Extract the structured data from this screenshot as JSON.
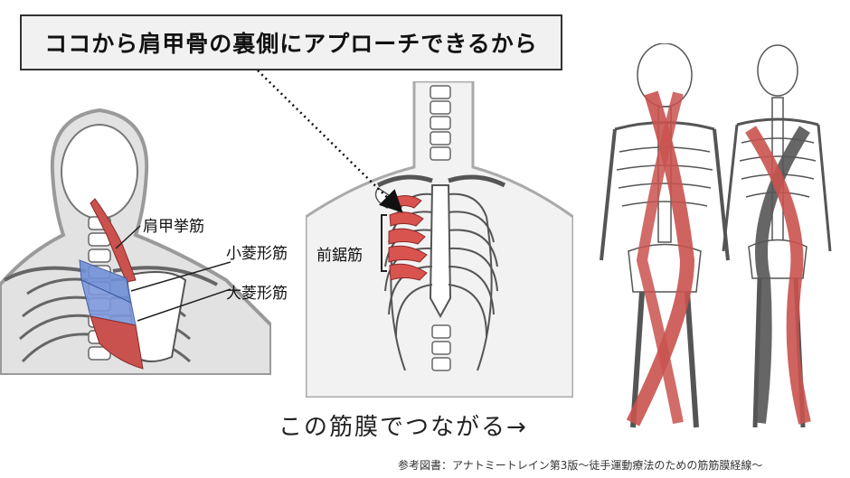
{
  "title": "ココから肩甲骨の裏側にアプローチできるから",
  "labels": {
    "levator": "肩甲挙筋",
    "rhomboid_minor": "小菱形筋",
    "rhomboid_major": "大菱形筋",
    "serratus": "前鋸筋"
  },
  "caption": "この筋膜でつながる→",
  "reference": "参考図書：アナトミートレイン第3版〜徒手運動療法のための筋筋膜経線〜",
  "colors": {
    "muscle_red": "#c9524f",
    "muscle_blue": "#6f8fd6",
    "bone": "#ffffff",
    "outline": "#555555",
    "band_dark": "#555555"
  }
}
